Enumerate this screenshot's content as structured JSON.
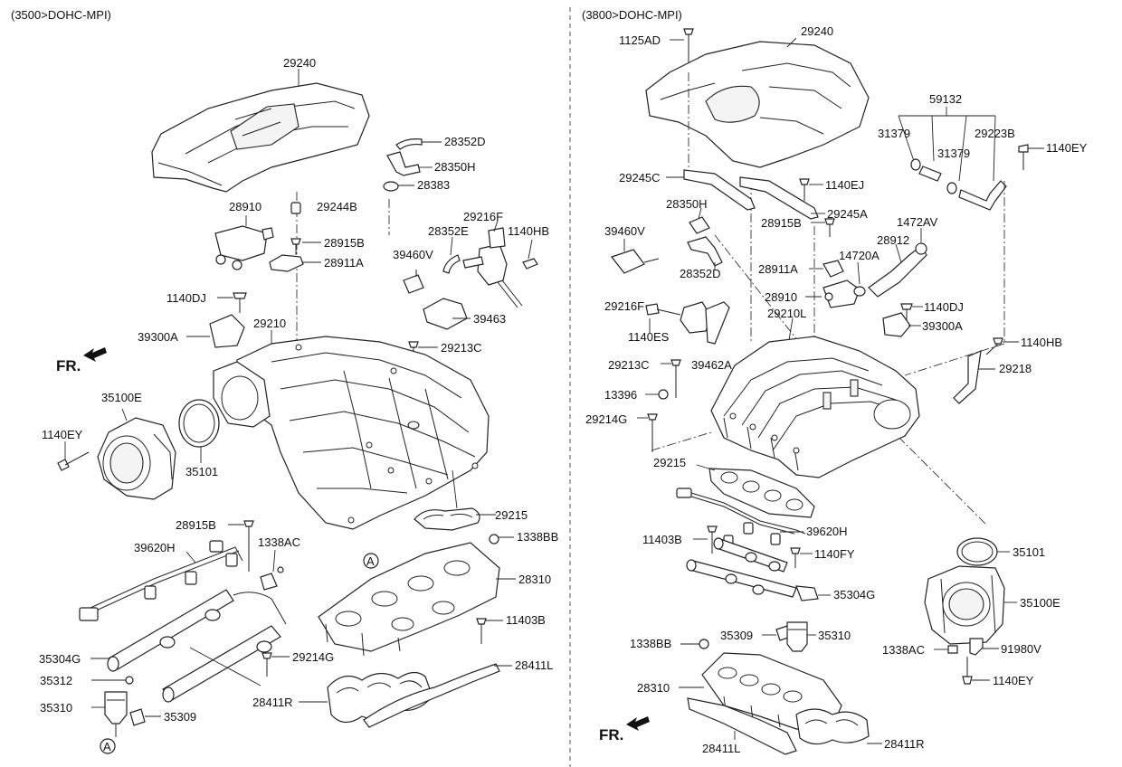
{
  "sections": [
    {
      "title": "(3500>DOHC-MPI)"
    },
    {
      "title": "(3800>DOHC-MPI)"
    }
  ],
  "fr_label": "FR.",
  "left": {
    "callouts": [
      "29240",
      "28352D",
      "28350H",
      "28383",
      "29244B",
      "28910",
      "28915B",
      "28911A",
      "29216F",
      "28352E",
      "1140HB",
      "39460V",
      "1140DJ",
      "39463",
      "39300A",
      "29210",
      "29213C",
      "35100E",
      "1140EY",
      "35101",
      "28915B",
      "29215",
      "39620H",
      "1338AC",
      "1338BB",
      "28310",
      "11403B",
      "35304G",
      "29214G",
      "28411L",
      "35312",
      "28411R",
      "35310",
      "35309"
    ],
    "circle_marks": [
      "A",
      "A"
    ]
  },
  "right": {
    "callouts": [
      "1125AD",
      "29240",
      "59132",
      "31379",
      "31379",
      "29223B",
      "1140EY",
      "29245C",
      "1140EJ",
      "28350H",
      "29245A",
      "1472AV",
      "39460V",
      "28915B",
      "28912",
      "14720A",
      "28911A",
      "28352D",
      "28910",
      "1140DJ",
      "29216F",
      "29210L",
      "39300A",
      "1140ES",
      "1140HB",
      "29213C",
      "39462A",
      "29218",
      "13396",
      "29214G",
      "29215",
      "39620H",
      "11403B",
      "1140FY",
      "35101",
      "35304G",
      "35100E",
      "35309",
      "35310",
      "1338BB",
      "1338AC",
      "91980V",
      "1140EY",
      "28310",
      "28411L",
      "28411R"
    ]
  }
}
